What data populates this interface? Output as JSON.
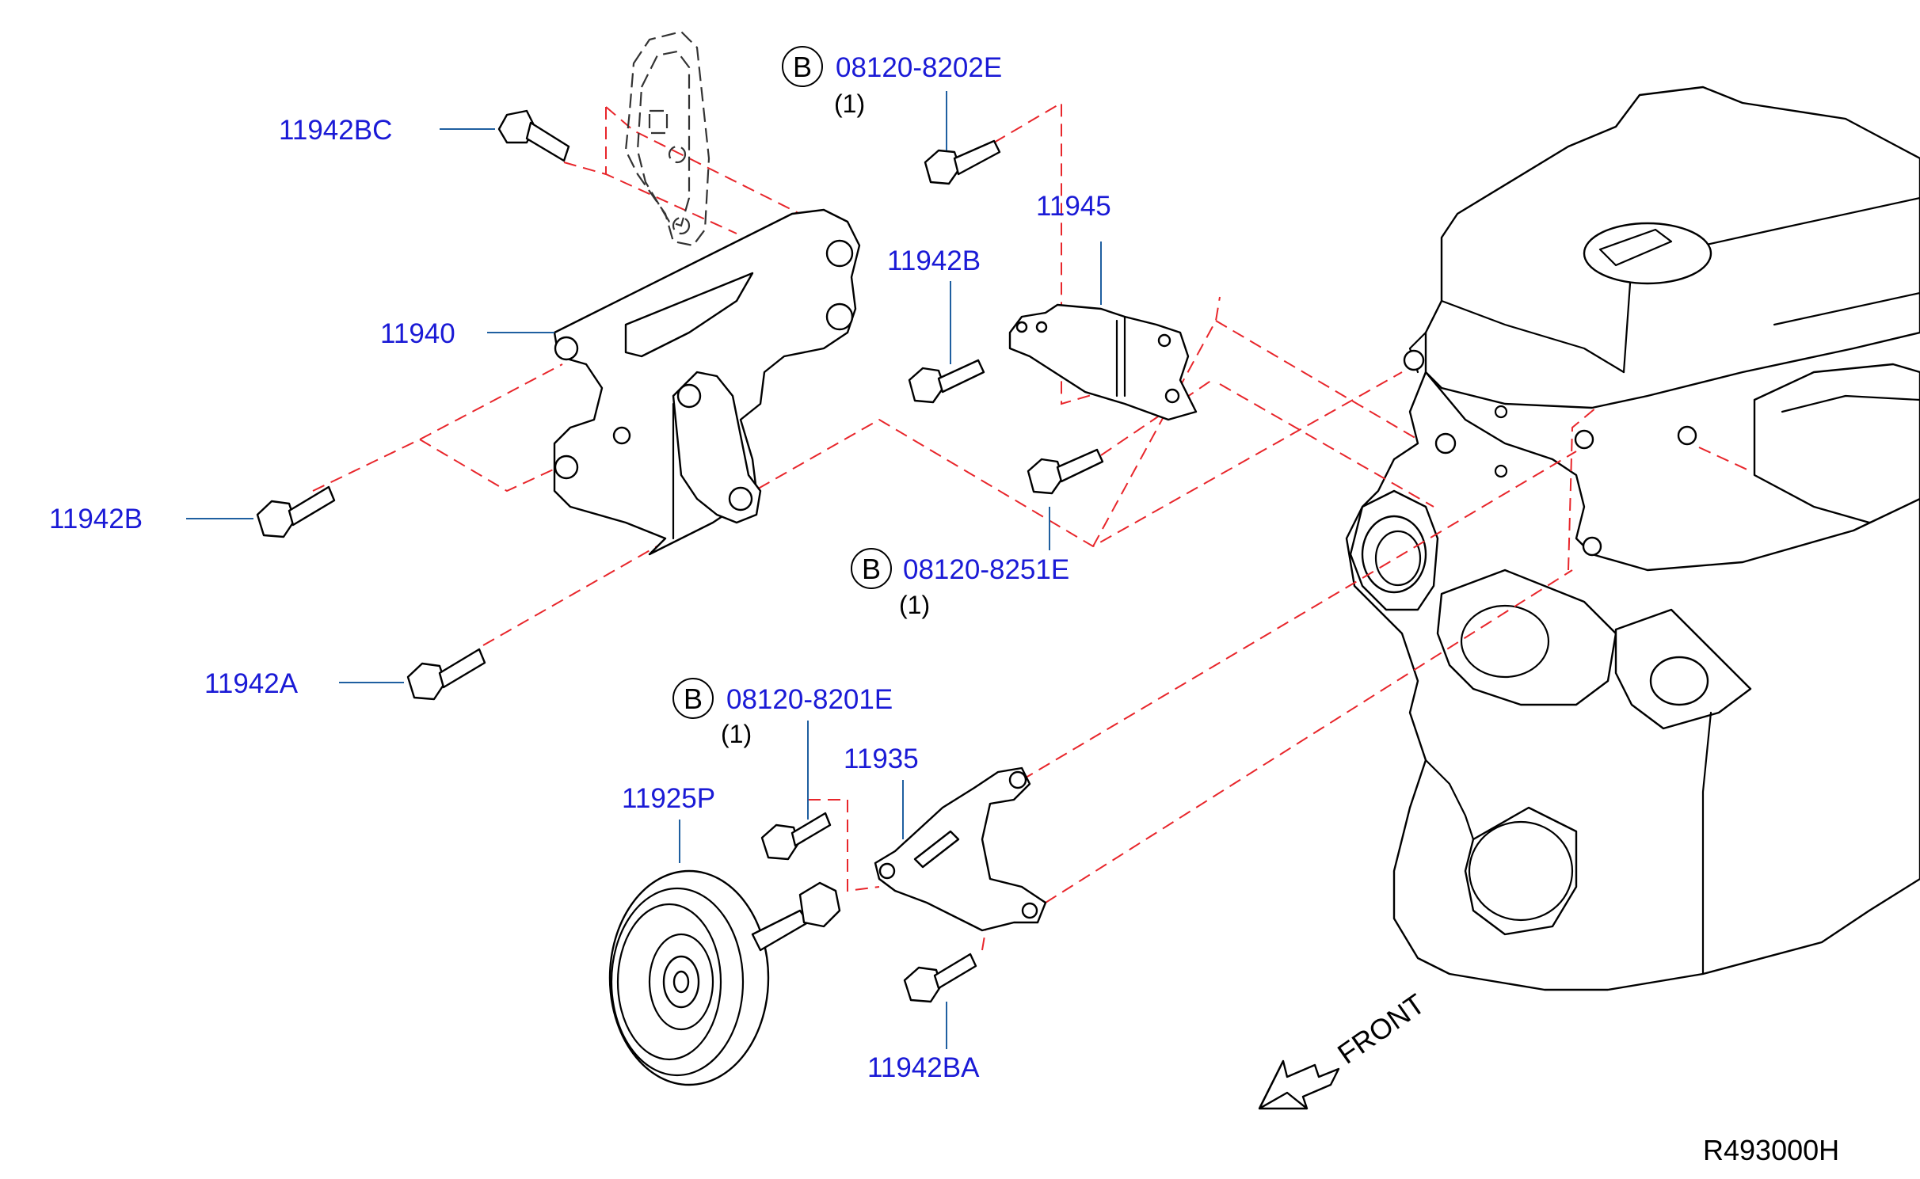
{
  "diagram": {
    "part_labels": {
      "bolt_11942bc": "11942BC",
      "bracket_11940": "11940",
      "bolt_11942b_left": "11942B",
      "bolt_11942a": "11942A",
      "bolt_08120_8202e": "08120-8202E",
      "bracket_11945": "11945",
      "bolt_11942b_mid": "11942B",
      "bolt_08120_8251e": "08120-8251E",
      "bolt_08120_8201e": "08120-8201E",
      "bracket_11935": "11935",
      "pulley_11925p": "11925P",
      "bolt_11942ba": "11942BA"
    },
    "callout_letter": "B",
    "quantity": "(1)",
    "front_label": "FRONT",
    "diagram_code": "R493000H",
    "colors": {
      "label": "#1a1ad6",
      "leader": "#1f5fa0",
      "phantom_line": "#e8262b",
      "ink": "#000000"
    }
  }
}
